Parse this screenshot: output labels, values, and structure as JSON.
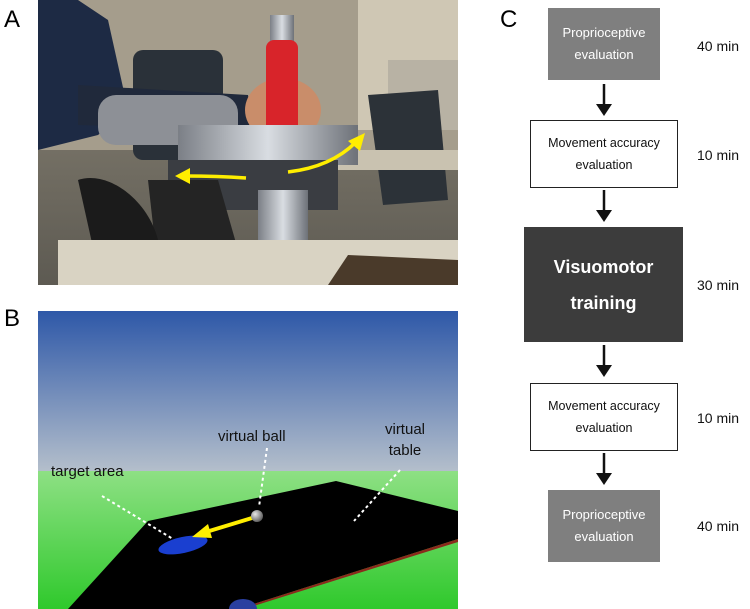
{
  "panels": {
    "a": {
      "letter": "A"
    },
    "b": {
      "letter": "B",
      "labels": {
        "virtual_ball": "virtual ball",
        "virtual_table_line1": "virtual",
        "virtual_table_line2": "table",
        "target_area": "target area"
      }
    },
    "c": {
      "letter": "C"
    }
  },
  "flowchart": {
    "steps": [
      {
        "line1": "Proprioceptive",
        "line2": "evaluation",
        "duration": "40 min",
        "style": "gray"
      },
      {
        "line1": "Movement accuracy",
        "line2": "evaluation",
        "duration": "10 min",
        "style": "white"
      },
      {
        "line1": "Visuomotor",
        "line2": "training",
        "duration": "30 min",
        "style": "dark"
      },
      {
        "line1": "Movement accuracy",
        "line2": "evaluation",
        "duration": "10 min",
        "style": "white"
      },
      {
        "line1": "Proprioceptive",
        "line2": "evaluation",
        "duration": "40 min",
        "style": "gray"
      }
    ]
  },
  "colors": {
    "highlight_arrow": "#ffee00",
    "gray_box": "#7f7f7f",
    "dark_box": "#3c3c3c",
    "sky_top": "#2e58a8",
    "ground_green": "#3fd23a",
    "target_blue": "#1a3fd0",
    "table_black": "#000000"
  },
  "icons": {
    "flow_arrow": "down-arrow-icon",
    "motion_arrow": "curved-arrow-icon",
    "ball_to_target_arrow": "arrow-left-icon"
  }
}
